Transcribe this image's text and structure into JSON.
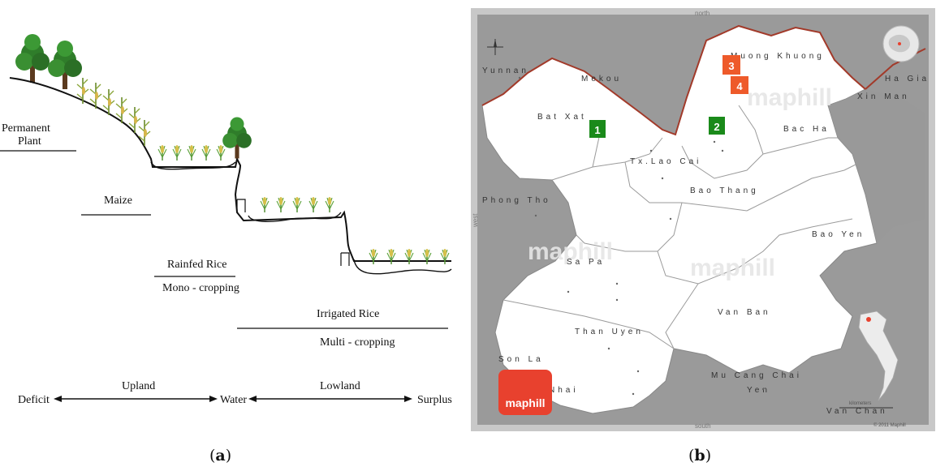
{
  "panel_a": {
    "labels": {
      "permanent_line1": "Permanent",
      "permanent_line2": "Plant",
      "maize": "Maize",
      "rainfed_rice": "Rainfed Rice",
      "mono_cropping": "Mono - cropping",
      "irrigated_rice": "Irrigated Rice",
      "multi_cropping": "Multi - cropping",
      "upland": "Upland",
      "lowland": "Lowland",
      "deficit": "Deficit",
      "water": "Water",
      "surplus": "Surplus"
    },
    "caption_open": "(",
    "caption_letter": "a",
    "caption_close": ")"
  },
  "panel_b": {
    "districts": {
      "bat_xat": "Bat Xat",
      "muong_khuong": "Muong Khuong",
      "bac_ha": "Bac Ha",
      "tx_lao_cai": "Tx.Lao Cai",
      "bao_thang": "Bao Thang",
      "phong_tho": "Phong Tho",
      "bao_yen": "Bao Yen",
      "sa_pa": "Sa Pa",
      "van_ban": "Van Ban",
      "than_uyen": "Than Uyen",
      "mekou": "Mekou",
      "xin_man": "Xin Man",
      "ha_gia": "Ha Gia",
      "son_la": "Son La",
      "nhai": "Nhai",
      "mu_cang_chai": "Mu Cang Chai",
      "yen": "Yen",
      "van_chan": "Van Chan",
      "yunnan": "Yunnan"
    },
    "markers": [
      {
        "label": "1",
        "color": "#1a8a1a"
      },
      {
        "label": "2",
        "color": "#1a8a1a"
      },
      {
        "label": "3",
        "color": "#ee5a2a"
      },
      {
        "label": "4",
        "color": "#ee5a2a"
      }
    ],
    "north_label": "north",
    "south_label": "south",
    "west_label": "west",
    "watermark": "maphill",
    "logo_text": "maphill",
    "scale_label": "kilometers",
    "copyright": "© 2011 Maphill",
    "colors": {
      "outside": "#9a9a9a",
      "region": "#ffffff",
      "border": "#a23a2a",
      "logo": "#e8412e"
    },
    "caption_open": "(",
    "caption_letter": "b",
    "caption_close": ")"
  }
}
